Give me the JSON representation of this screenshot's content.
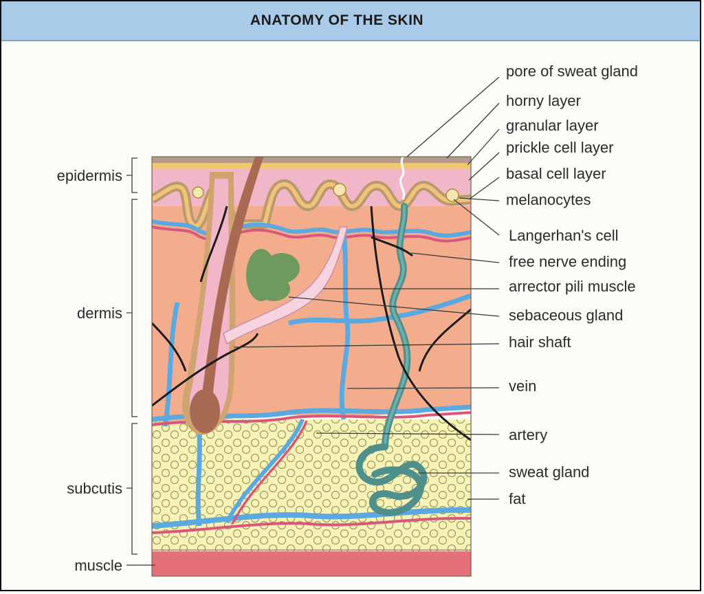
{
  "title": "ANATOMY OF THE SKIN",
  "left_labels": {
    "epidermis": "epidermis",
    "dermis": "dermis",
    "subcutis": "subcutis",
    "muscle": "muscle"
  },
  "right_labels": [
    "pore of sweat gland",
    "horny layer",
    "granular layer",
    "prickle cell layer",
    "basal cell layer",
    "melanocytes",
    "Langerhan's cell",
    "free nerve ending",
    "arrector pili muscle",
    "sebaceous gland",
    "hair shaft",
    "vein",
    "artery",
    "sweat gland",
    "fat"
  ],
  "colors": {
    "title_bar": "#a9cbe9",
    "horny_layer": "#b79a8e",
    "granular_layer": "#f3c86a",
    "epidermis": "#f2b6c9",
    "dermis": "#f4ad8c",
    "subcutis": "#f7f2b8",
    "muscle": "#e4707a",
    "vein": "#5aa9e0",
    "artery": "#d9577b",
    "sweat_gland": "#4f8f8c",
    "sebaceous_gland": "#6e9a5e",
    "hair": "#a86a52",
    "follicle": "#d0a470",
    "nerve": "#1a1a1a"
  }
}
